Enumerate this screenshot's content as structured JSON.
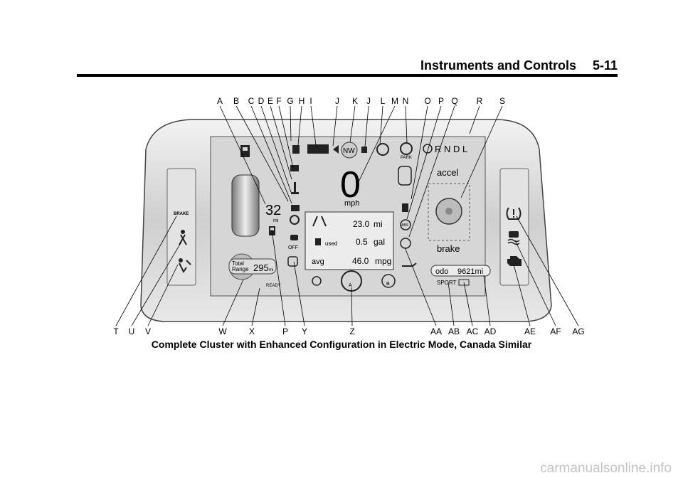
{
  "header": {
    "title": "Instruments and Controls",
    "page": "5-11"
  },
  "callouts": {
    "top": [
      "A",
      "B",
      "C",
      "D",
      "E",
      "F",
      "G",
      "H",
      "I",
      "J",
      "K",
      "J",
      "L",
      "M",
      "N",
      "O",
      "P",
      "Q",
      "R",
      "S"
    ],
    "bottom": [
      "T",
      "U",
      "V",
      "W",
      "X",
      "P",
      "Y",
      "Z",
      "AA",
      "AB",
      "AC",
      "AD",
      "AE",
      "AF",
      "AG"
    ]
  },
  "cluster": {
    "left_brake_text": "BRAKE",
    "speed_value": "0",
    "speed_unit": "mph",
    "range_small": "32",
    "range_small_unit": "mi",
    "trip_distance": "23.0",
    "trip_distance_unit": "mi",
    "fuel_used_label": "used",
    "fuel_used": "0.5",
    "fuel_used_unit": "gal",
    "avg_label": "avg",
    "avg_value": "46.0",
    "avg_unit": "mpg",
    "total_range_label1": "Total",
    "total_range_label2": "Range",
    "total_range_value": "295",
    "total_range_unit": "mi",
    "ready_text": "READY",
    "off_text": "OFF",
    "park_text": "PARK",
    "gear_letters": "R N D L",
    "accel_label": "accel",
    "brake_label": "brake",
    "odo_label": "odo",
    "odo_value": "9621mi",
    "drive_mode": "SPORT",
    "nw_text": "NW",
    "abs_text": "ABS",
    "tpms_a": "A",
    "tpms_b": "B"
  },
  "caption": "Complete Cluster with Enhanced Configuration in Electric Mode, Canada Similar",
  "watermark": "carmanualsonline.info"
}
